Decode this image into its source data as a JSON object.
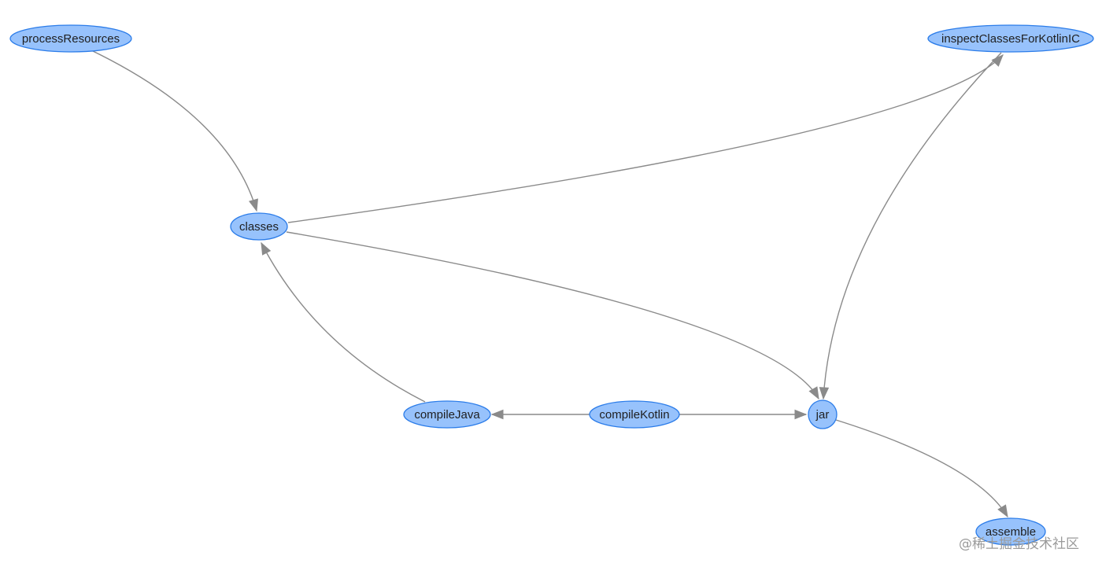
{
  "diagram": {
    "type": "directed-graph",
    "colors": {
      "node_fill": "#97c2fc",
      "node_border": "#2b7ce9",
      "edge": "#8a8a8a",
      "text": "#1f1f1f"
    },
    "nodes": [
      {
        "id": "processResources",
        "label": "processResources"
      },
      {
        "id": "inspectClassesForKotlinIC",
        "label": "inspectClassesForKotlinIC"
      },
      {
        "id": "classes",
        "label": "classes"
      },
      {
        "id": "compileJava",
        "label": "compileJava"
      },
      {
        "id": "compileKotlin",
        "label": "compileKotlin"
      },
      {
        "id": "jar",
        "label": "jar"
      },
      {
        "id": "assemble",
        "label": "assemble"
      }
    ],
    "edges": [
      {
        "from": "processResources",
        "to": "classes"
      },
      {
        "from": "classes",
        "to": "inspectClassesForKotlinIC"
      },
      {
        "from": "classes",
        "to": "jar"
      },
      {
        "from": "compileJava",
        "to": "classes"
      },
      {
        "from": "compileKotlin",
        "to": "compileJava"
      },
      {
        "from": "compileKotlin",
        "to": "jar"
      },
      {
        "from": "inspectClassesForKotlinIC",
        "to": "jar"
      },
      {
        "from": "jar",
        "to": "assemble"
      }
    ]
  },
  "watermark": {
    "text": "@稀土掘金技术社区"
  }
}
